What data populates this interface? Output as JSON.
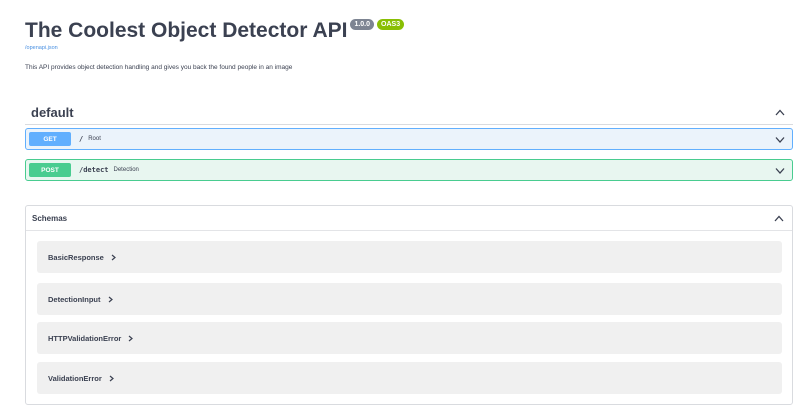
{
  "info": {
    "title": "The Coolest Object Detector API",
    "version": "1.0.0",
    "oas_badge": "OAS3",
    "spec_link": "/openapi.json",
    "description": "This API provides object detection handling and gives you back the found people in an image"
  },
  "tag": {
    "name": "default",
    "icon": "chevron-up-icon"
  },
  "operations": [
    {
      "method": "GET",
      "path": "/",
      "summary": "Root",
      "color": "#61affe",
      "background": "#ebf3fb",
      "icon": "chevron-down-icon"
    },
    {
      "method": "POST",
      "path": "/detect",
      "summary": "Detection",
      "color": "#49cc90",
      "background": "#e8f6f0",
      "icon": "chevron-down-icon"
    }
  ],
  "schemas": {
    "title": "Schemas",
    "icon": "chevron-up-icon",
    "models": [
      {
        "name": "BasicResponse",
        "icon": "chevron-right-icon"
      },
      {
        "name": "DetectionInput",
        "icon": "chevron-right-icon"
      },
      {
        "name": "HTTPValidationError",
        "icon": "chevron-right-icon"
      },
      {
        "name": "ValidationError",
        "icon": "chevron-right-icon"
      }
    ]
  },
  "colors": {
    "text": "#3b4151",
    "link": "#4990e2",
    "version_badge": "#7d8492",
    "oas_badge": "#89bf04"
  }
}
